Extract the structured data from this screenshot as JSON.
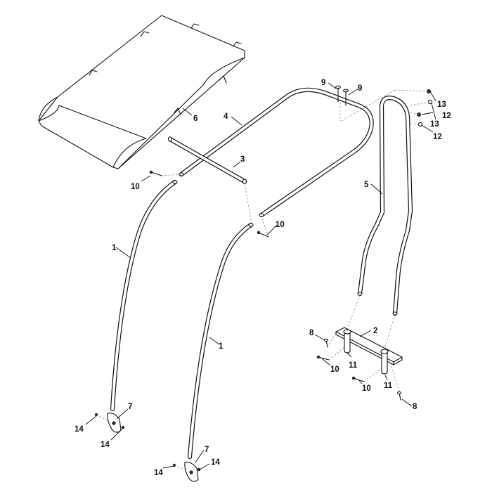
{
  "callouts": {
    "c1a": "1",
    "c1b": "1",
    "c2": "2",
    "c3": "3",
    "c4": "4",
    "c5": "5",
    "c6": "6",
    "c7a": "7",
    "c7b": "7",
    "c8a": "8",
    "c8b": "8",
    "c9a": "9",
    "c9b": "9",
    "c10a": "10",
    "c10b": "10",
    "c10c": "10",
    "c10d": "10",
    "c11a": "11",
    "c11b": "11",
    "c12a": "12",
    "c12b": "12",
    "c13a": "13",
    "c13b": "13",
    "c14a": "14",
    "c14b": "14",
    "c14c": "14",
    "c14d": "14"
  },
  "colors": {
    "line": "#111111",
    "background": "#ffffff"
  }
}
